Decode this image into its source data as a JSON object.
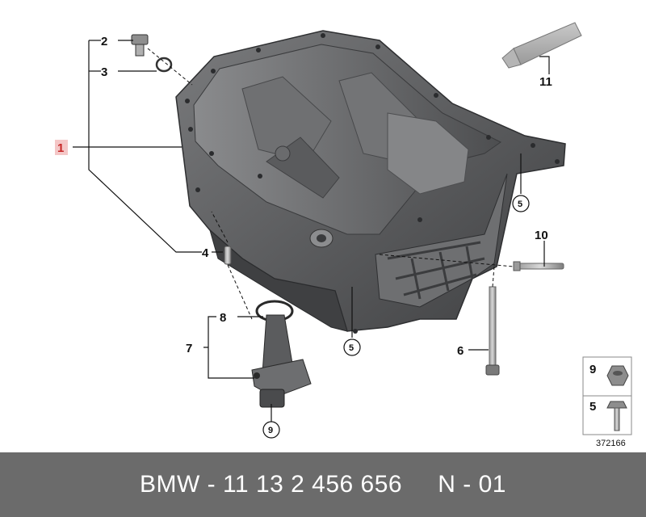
{
  "callouts": {
    "c1": "1",
    "c2": "2",
    "c3": "3",
    "c4": "4",
    "c5a": "5",
    "c5b": "5",
    "c6": "6",
    "c7": "7",
    "c8": "8",
    "c9a": "9",
    "c10": "10",
    "c11": "11"
  },
  "legend": {
    "item1": "9",
    "item2": "5"
  },
  "ref_number": "372166",
  "footer": {
    "part_number": "BMW - 11 13 2 456 656",
    "revision": "N - 01"
  },
  "colors": {
    "part_gray": "#5f6062",
    "footer_bg": "#6b6b6b",
    "highlight": "#c62828"
  }
}
